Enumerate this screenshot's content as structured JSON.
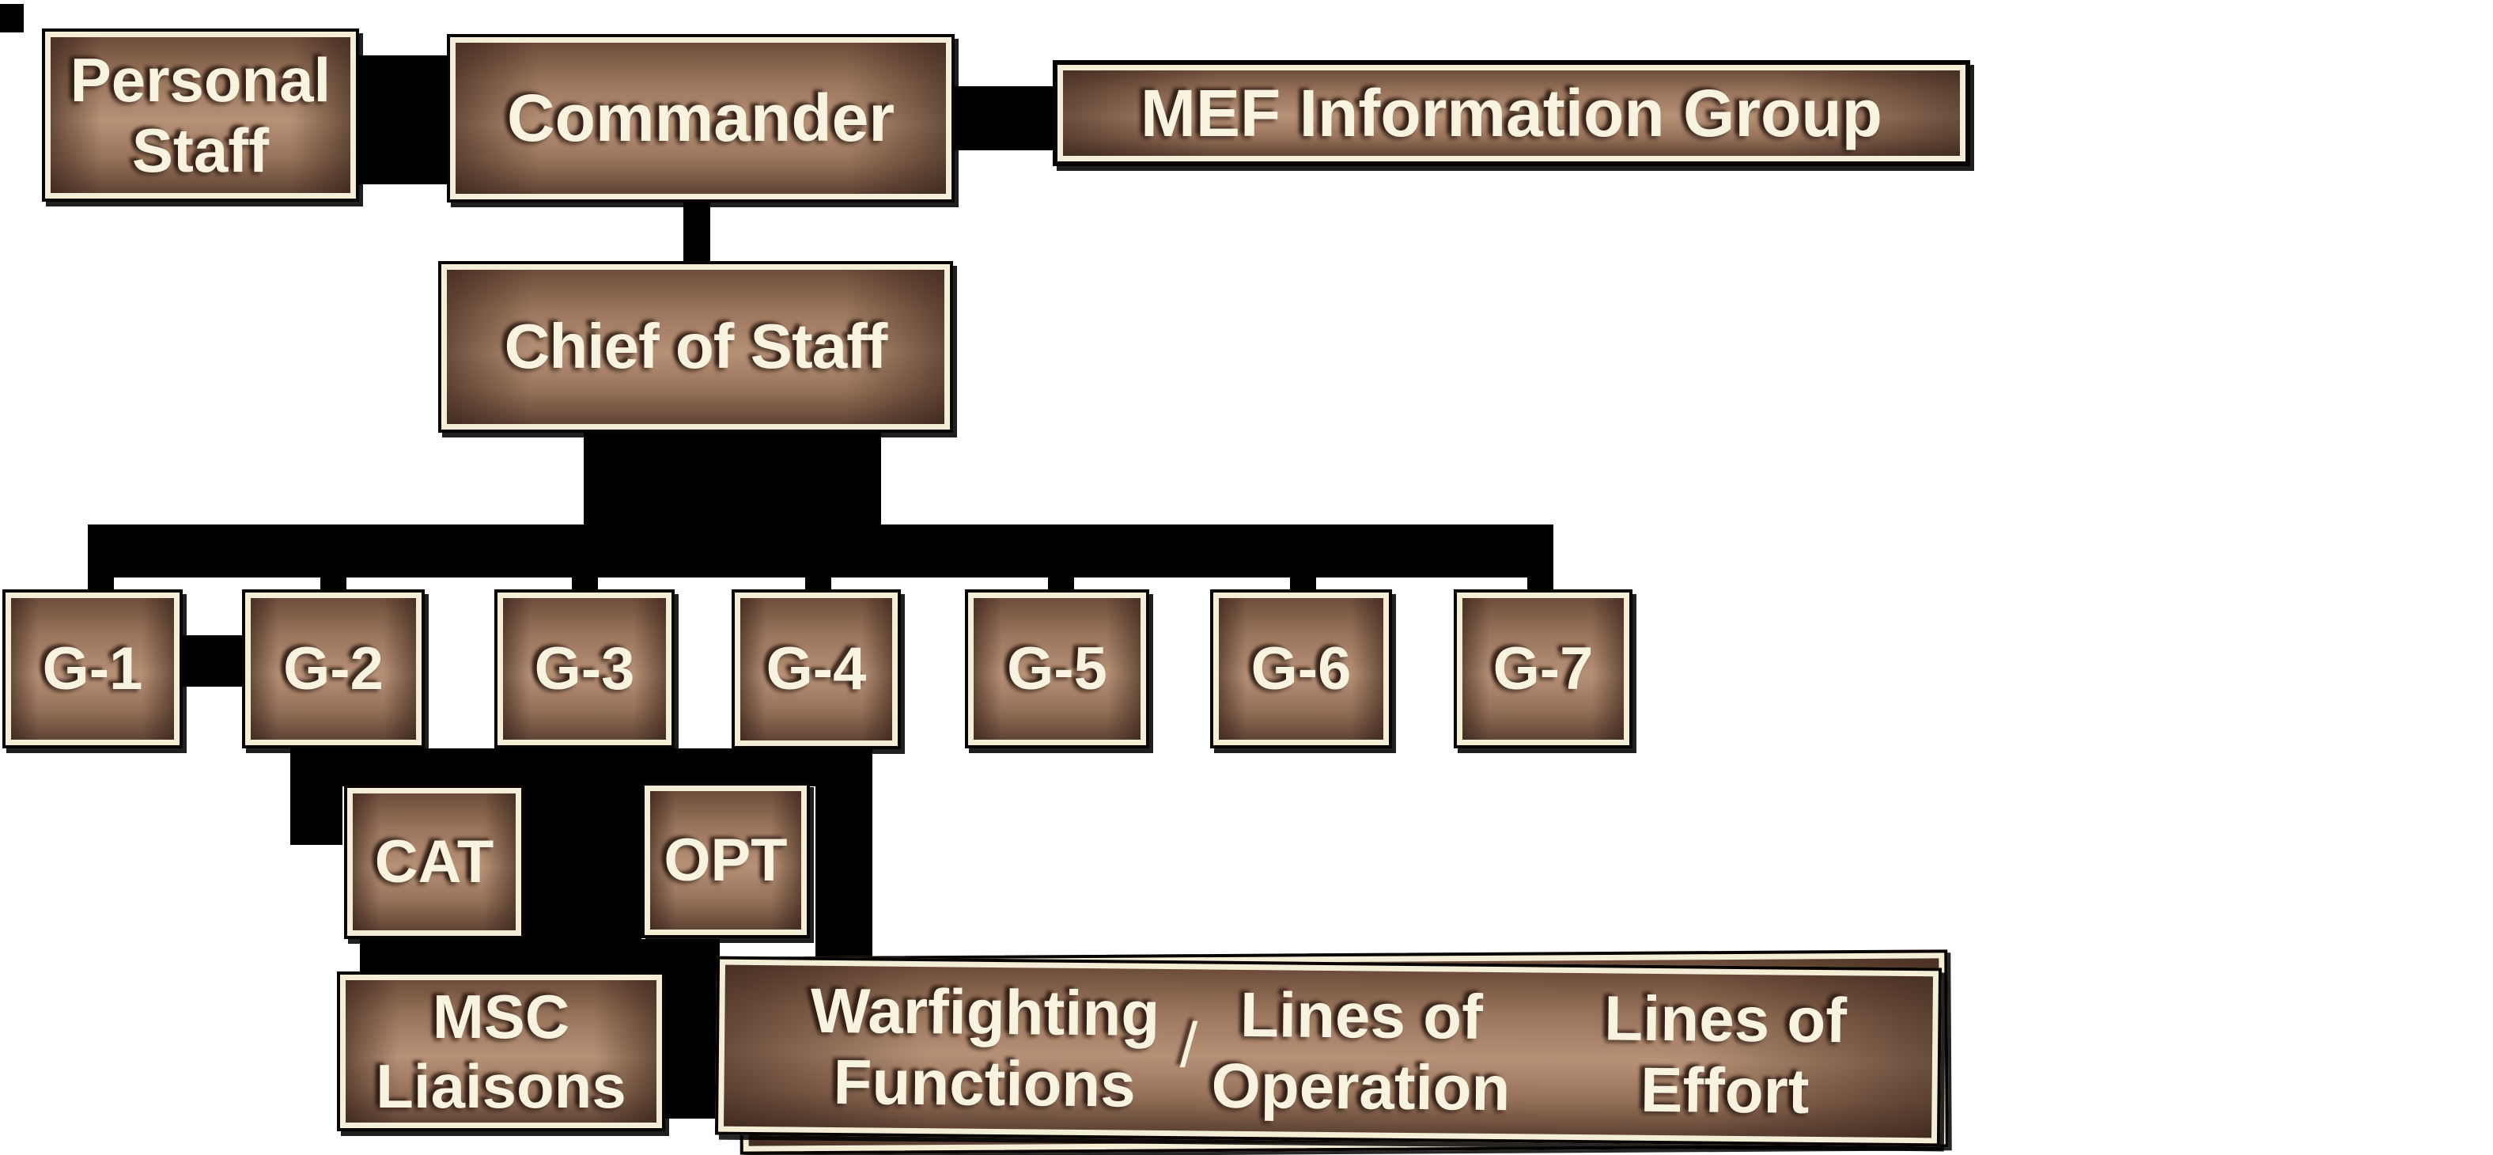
{
  "title": "MEF staff organization chart",
  "colors": {
    "background": "#ffffff",
    "connector": "#000000",
    "box_frame_cream": "#f4eed6",
    "box_brown_dark": "#5f4434",
    "box_brown_light": "#b79176",
    "text_cream": "#f8f3de"
  },
  "nodes": {
    "personal_staff": {
      "label": "Personal\nStaff"
    },
    "commander": {
      "label": "Commander"
    },
    "mef_ig": {
      "label": "MEF Information Group"
    },
    "chief_of_staff": {
      "label": "Chief of Staff"
    },
    "g1": {
      "label": "G-1"
    },
    "g2": {
      "label": "G-2"
    },
    "g3": {
      "label": "G-3"
    },
    "g4": {
      "label": "G-4"
    },
    "g5": {
      "label": "G-5"
    },
    "g6": {
      "label": "G-6"
    },
    "g7": {
      "label": "G-7"
    },
    "cat": {
      "label": "CAT"
    },
    "opt": {
      "label": "OPT"
    },
    "msc_liaisons": {
      "label": "MSC\nLiaisons"
    },
    "warfighting": {
      "col1": "Warfighting\nFunctions",
      "separator": "/",
      "col2": "Lines of\nOperation",
      "col3": "Lines of\nEffort"
    }
  }
}
